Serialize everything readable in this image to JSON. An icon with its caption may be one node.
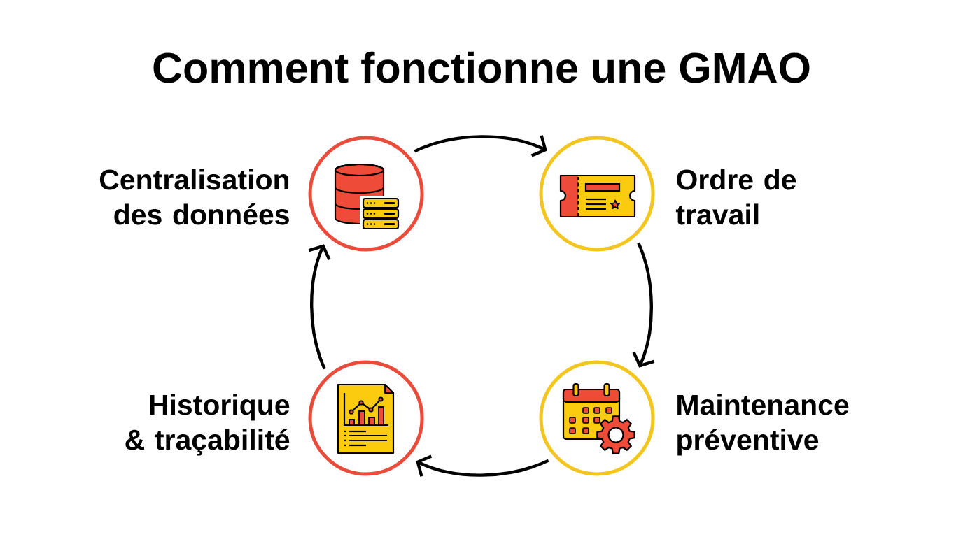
{
  "diagram": {
    "title": "Comment fonctionne une GMAO",
    "nodes": [
      {
        "text": [
          "Centralisation des données"
        ]
      },
      {
        "text": [
          "Ordre de travail"
        ]
      },
      {
        "text": [
          "Historique & traçabilité"
        ]
      },
      {
        "text": [
          "Maintenance préventive"
        ]
      }
    ],
    "edges": [
      {
        "from": 0,
        "to": 1,
        "arrow": "to"
      },
      {
        "from": 1,
        "to": 3,
        "arrow": "to"
      },
      {
        "from": 3,
        "to": 2,
        "arrow": "to"
      },
      {
        "from": 2,
        "to": 0,
        "arrow": "to"
      }
    ]
  }
}
